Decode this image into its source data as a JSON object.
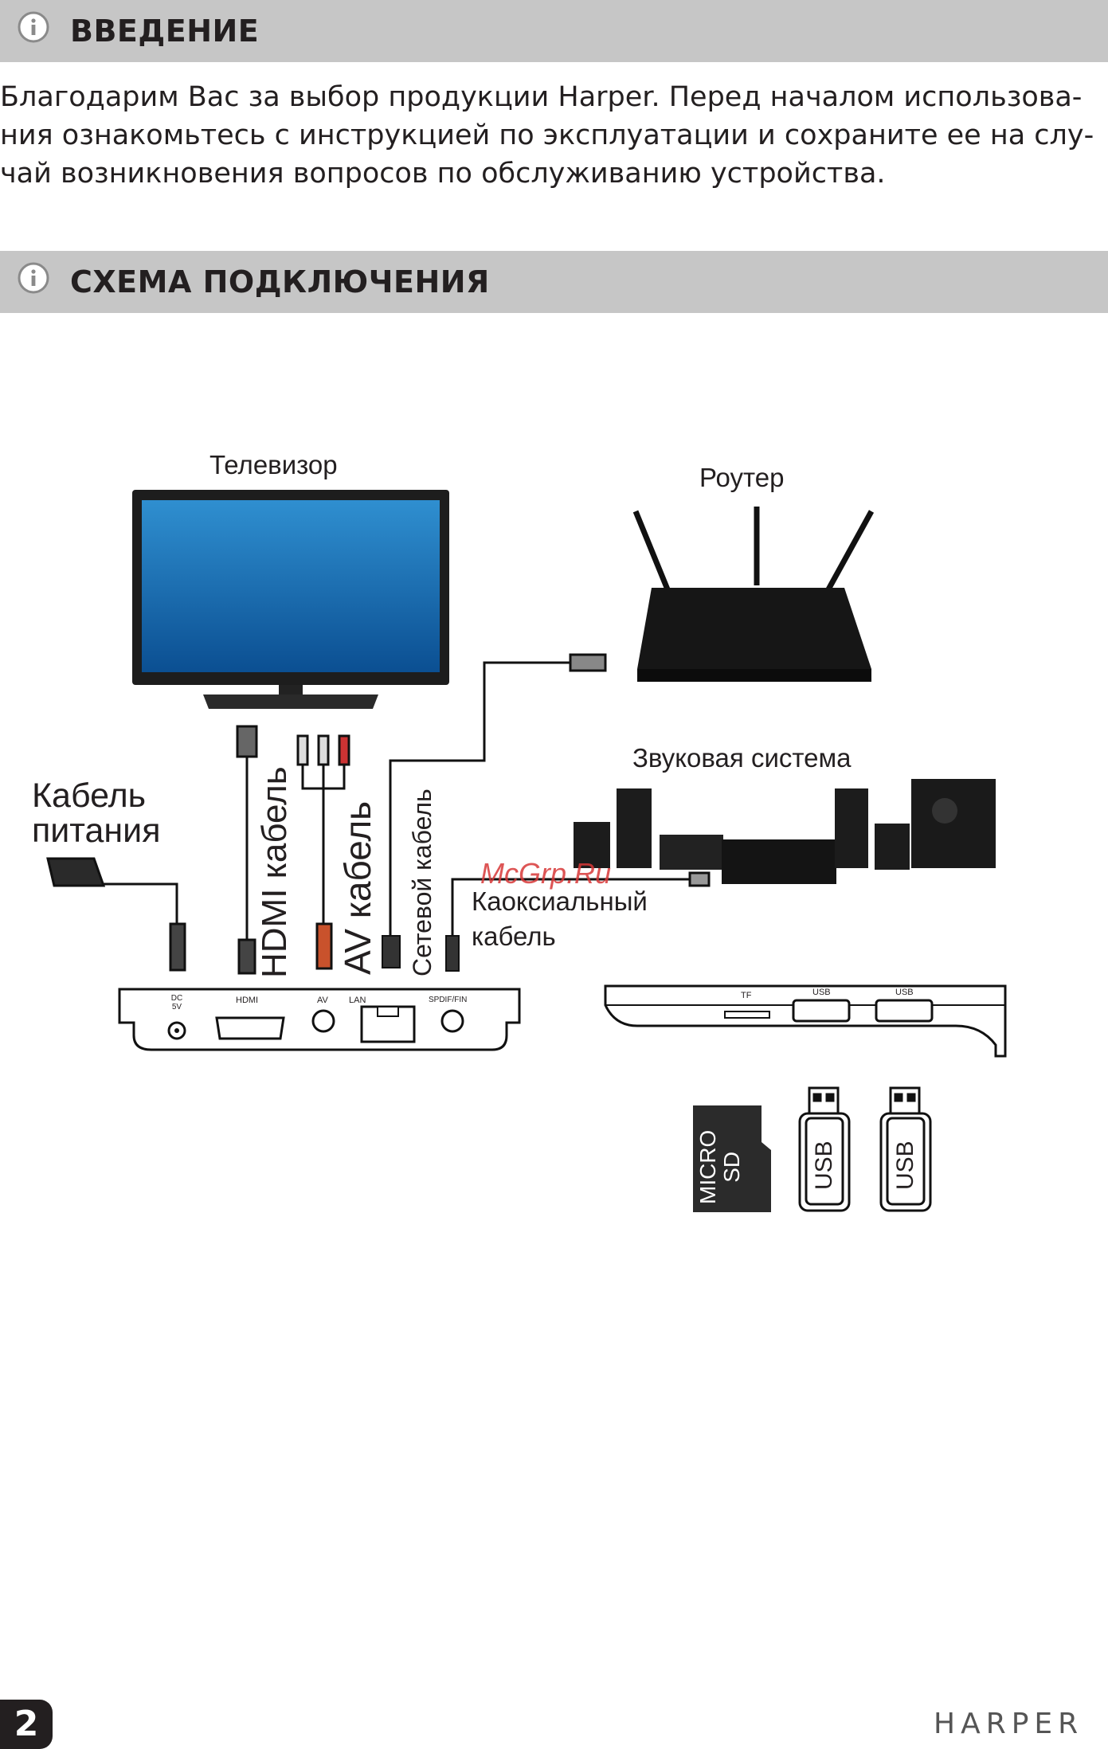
{
  "sections": {
    "intro_title": "ВВЕДЕНИЕ",
    "connection_title": "СХЕМА ПОДКЛЮЧЕНИЯ"
  },
  "intro": {
    "line1": "Благодарим Вас за выбор продукции Harper. Перед началом использова-",
    "line2": "ния ознакомьтесь с инструкцией по эксплуатации и сохраните ее на слу-",
    "line3": "чай возникновения вопросов по обслуживанию устройства."
  },
  "diagram": {
    "tv": "Телевизор",
    "router": "Роутер",
    "sound_system": "Звуковая система",
    "power_cable_line1": "Кабель",
    "power_cable_line2": "питания",
    "hdmi_cable": "HDMI кабель",
    "av_cable": "AV кабель",
    "network_cable": "Сетевой кабель",
    "coax_line1": "Каоксиальный",
    "coax_line2": "кабель",
    "port_dc": "DC 5V",
    "port_hdmi": "HDMI",
    "port_av": "AV",
    "port_lan": "LAN",
    "port_spdif": "SPDIF/FIN",
    "port_tf": "TF",
    "port_usb": "USB",
    "microsd_line1": "MICRO",
    "microsd_line2": "SD",
    "usb_stick": "USB"
  },
  "watermark": "McGrp.Ru",
  "footer": {
    "page_number": "2",
    "brand": "HARPER"
  }
}
